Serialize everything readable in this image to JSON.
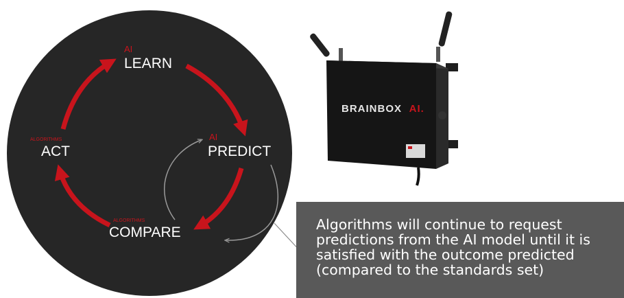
{
  "cycle": {
    "nodes": [
      {
        "tag": "AI",
        "label": "LEARN"
      },
      {
        "tag": "AI",
        "label": "PREDICT"
      },
      {
        "tag": "ALGORITHMS",
        "label": "COMPARE"
      },
      {
        "tag": "ALGORITHMS",
        "label": "ACT"
      }
    ]
  },
  "device": {
    "brand_text": "BRAINBOX",
    "brand_accent": "AI."
  },
  "callout": {
    "text": "Algorithms will continue to request predictions from the AI model until it is satisfied with the outcome predicted (compared to the standards set)"
  },
  "colors": {
    "circle": "#262626",
    "accent": "#c8141c",
    "callout_bg": "#595959",
    "text_light": "#ffffff"
  }
}
